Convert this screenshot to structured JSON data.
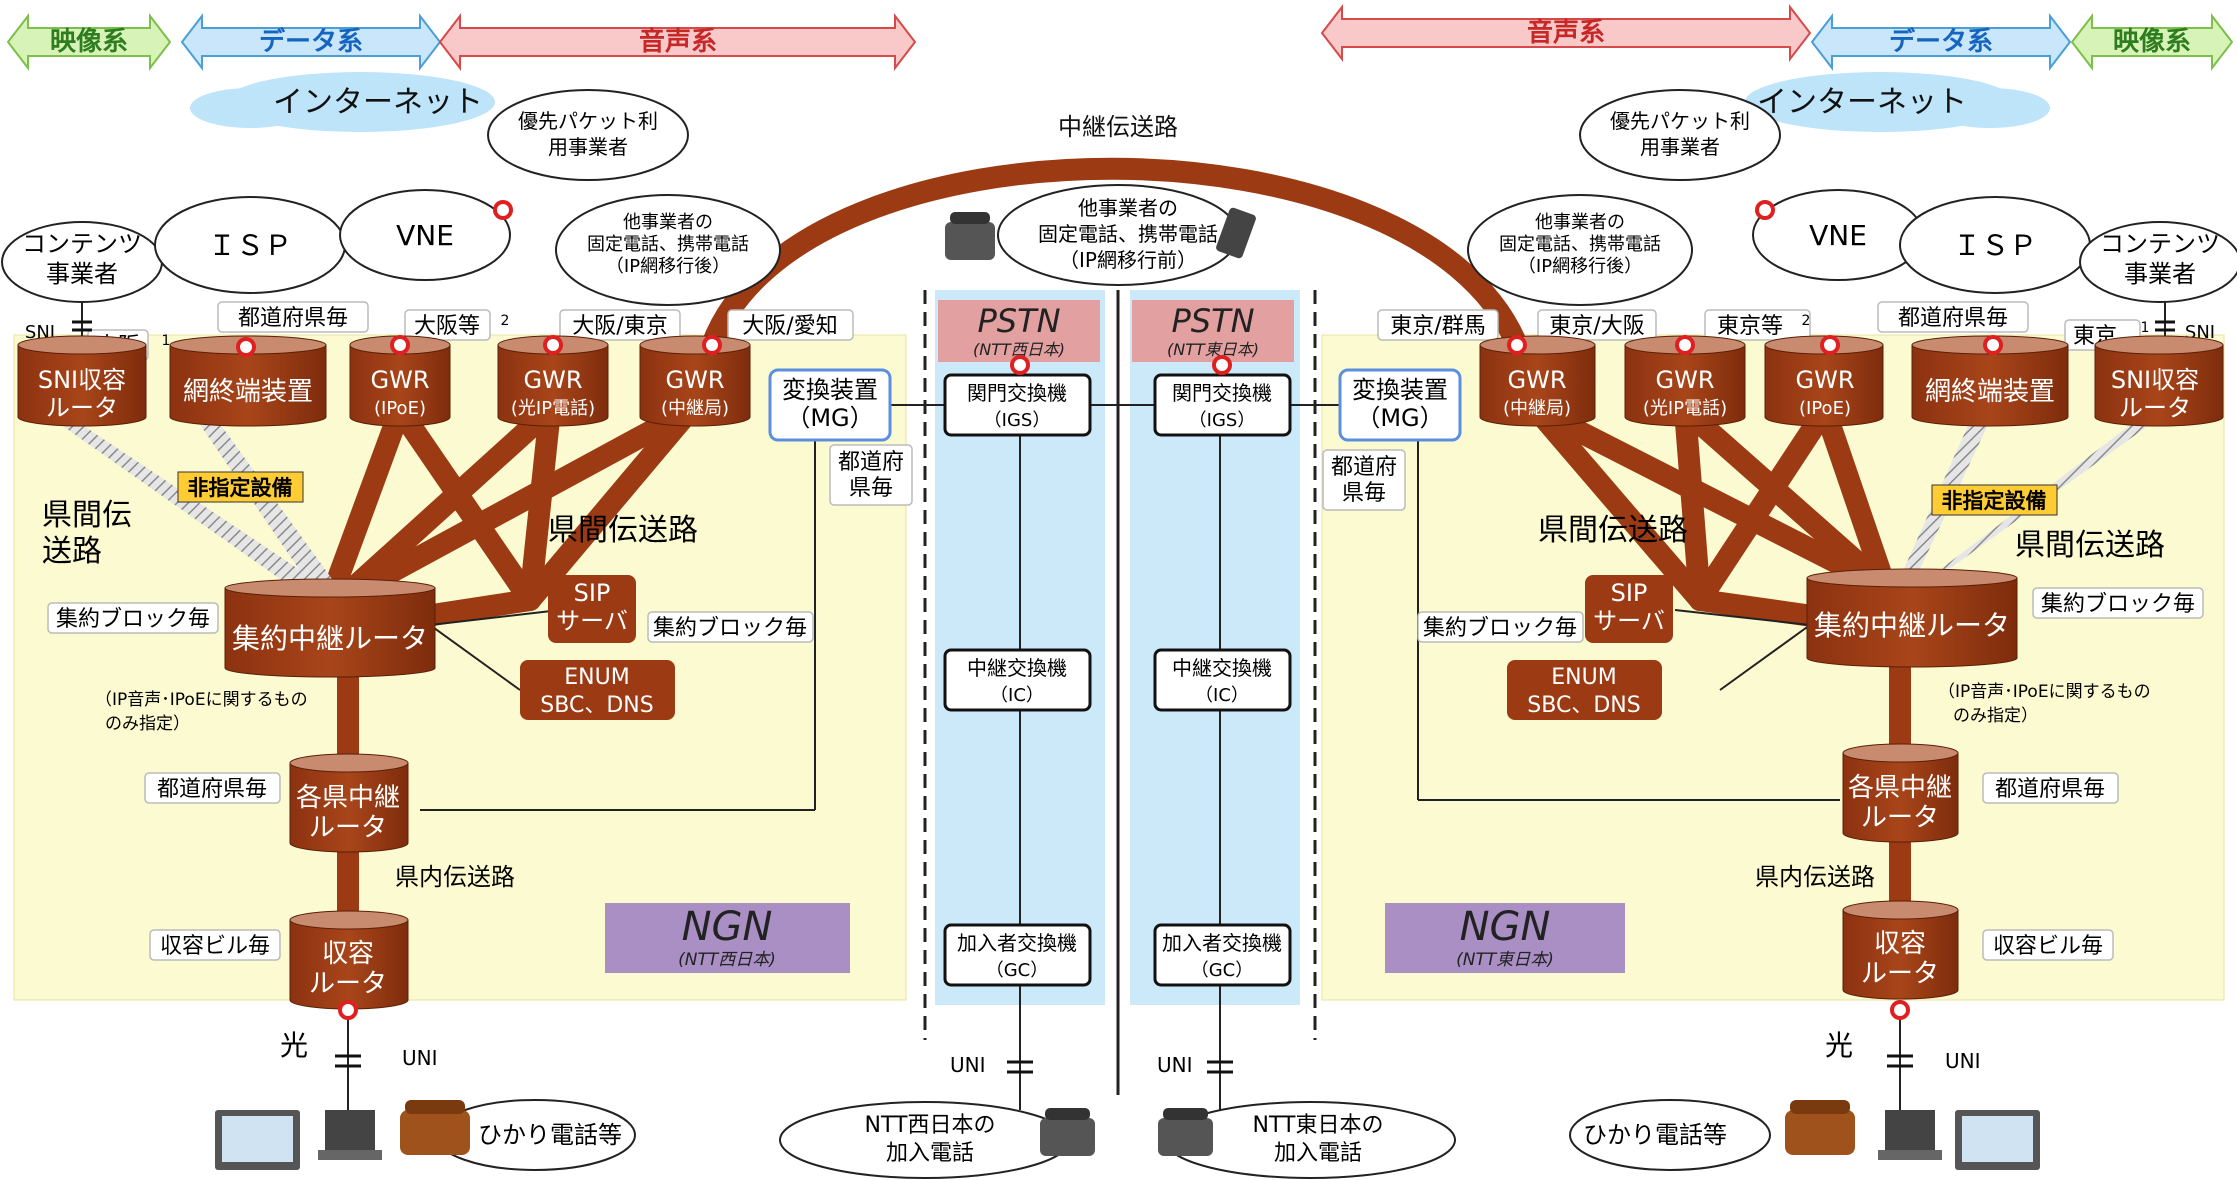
{
  "colors": {
    "pipe": "#9b3a13",
    "cyl_top": "#c88b70",
    "ngn_bg": "#fcfad0",
    "pstn_bg": "#cce9fa",
    "pstn_label_bg": "#e3a0a0",
    "ngn_label_bg": "#a98fc4",
    "red_ring": "#e02020",
    "highlight": "#ffcc33",
    "hatch": "#c0c0c0"
  },
  "header": {
    "left": {
      "video": "映像系",
      "data": "データ系",
      "voice": "音声系"
    },
    "right": {
      "voice": "音声系",
      "data": "データ系",
      "video": "映像系"
    }
  },
  "internet": {
    "left": "インターネット",
    "right": "インターネット"
  },
  "trunk_label": "中継伝送路",
  "clouds": {
    "left": {
      "contents": [
        "コンテンツ",
        "事業者"
      ],
      "isp": "ＩＳＰ",
      "vne": "VNE",
      "priority": [
        "優先パケット利",
        "用事業者"
      ],
      "other": [
        "他事業者の",
        "固定電話、携帯電話",
        "（IP網移行後）"
      ]
    },
    "right": {
      "priority": [
        "優先パケット利",
        "用事業者"
      ],
      "other": [
        "他事業者の",
        "固定電話、携帯電話",
        "（IP網移行後）"
      ],
      "vne": "VNE",
      "isp": "ＩＳＰ",
      "contents": [
        "コンテンツ",
        "事業者"
      ]
    },
    "center": [
      "他事業者の",
      "固定電話、携帯電話",
      "（IP網移行前）"
    ]
  },
  "left_ngn": {
    "tags": {
      "sni_loc": "大阪",
      "sni_sup": "1",
      "prefecture": "都道府県毎",
      "osaka_etc": "大阪等",
      "osaka_etc_sup": "2",
      "osaka_tokyo": "大阪/東京",
      "osaka_aichi": "大阪/愛知",
      "sni": "SNI",
      "mg_pref": [
        "都道府",
        "県毎"
      ],
      "block1": "集約ブロック毎",
      "block2": "集約ブロック毎",
      "pref2": "都道府県毎",
      "bldg": "収容ビル毎"
    },
    "nodes": {
      "sni_router": [
        "SNI収容",
        "ルータ"
      ],
      "net_term": "網終端装置",
      "gwr_ipoe": [
        "GWR",
        "(IPoE)"
      ],
      "gwr_hikari": [
        "GWR",
        "(光IP電話)"
      ],
      "gwr_relay": [
        "GWR",
        "(中継局)"
      ],
      "agg_router": "集約中継ルータ",
      "pref_router": [
        "各県中継",
        "ルータ"
      ],
      "acc_router": [
        "収容",
        "ルータ"
      ],
      "sip": [
        "SIP",
        "サーバ"
      ],
      "enum": [
        "ENUM",
        "SBC、DNS"
      ],
      "mg": [
        "変換装置",
        "（MG）"
      ]
    },
    "labels": {
      "interpref_a": [
        "県間伝",
        "送路"
      ],
      "interpref_b": "県間伝送路",
      "non_designated": "非指定設備",
      "note": [
        "（IP音声･IPoEに関するもの",
        "のみ指定）"
      ],
      "intrapref": "県内伝送路",
      "hikari": "光",
      "uni": "UNI",
      "phone_cloud": "ひかり電話等"
    },
    "ngn_title": "NGN",
    "ngn_sub": "(NTT西日本)"
  },
  "right_ngn": {
    "tags": {
      "tokyo_gunma": "東京/群馬",
      "tokyo_osaka": "東京/大阪",
      "tokyo_etc": "東京等",
      "tokyo_etc_sup": "2",
      "prefecture": "都道府県毎",
      "sni_loc": "東京",
      "sni_sup": "1",
      "sni": "SNI",
      "mg_pref": [
        "都道府",
        "県毎"
      ],
      "block1": "集約ブロック毎",
      "block2": "集約ブロック毎",
      "pref2": "都道府県毎",
      "bldg": "収容ビル毎"
    },
    "nodes": {
      "gwr_relay": [
        "GWR",
        "(中継局)"
      ],
      "gwr_hikari": [
        "GWR",
        "(光IP電話)"
      ],
      "gwr_ipoe": [
        "GWR",
        "(IPoE)"
      ],
      "net_term": "網終端装置",
      "sni_router": [
        "SNI収容",
        "ルータ"
      ],
      "agg_router": "集約中継ルータ",
      "pref_router": [
        "各県中継",
        "ルータ"
      ],
      "acc_router": [
        "収容",
        "ルータ"
      ],
      "sip": [
        "SIP",
        "サーバ"
      ],
      "enum": [
        "ENUM",
        "SBC、DNS"
      ],
      "mg": [
        "変換装置",
        "（MG）"
      ]
    },
    "labels": {
      "interpref": "県間伝送路",
      "interpref_b": "県間伝送路",
      "non_designated": "非指定設備",
      "note": [
        "（IP音声･IPoEに関するもの",
        "のみ指定）"
      ],
      "intrapref": "県内伝送路",
      "hikari": "光",
      "uni": "UNI",
      "phone_cloud": "ひかり電話等"
    },
    "ngn_title": "NGN",
    "ngn_sub": "(NTT東日本)"
  },
  "pstn_west": {
    "title": "PSTN",
    "sub": "(NTT西日本)",
    "igs": [
      "関門交換機",
      "（IGS）"
    ],
    "ic": [
      "中継交換機",
      "（IC）"
    ],
    "gc": [
      "加入者交換機",
      "（GC）"
    ],
    "uni": "UNI",
    "subscriber": [
      "NTT西日本の",
      "加入電話"
    ]
  },
  "pstn_east": {
    "title": "PSTN",
    "sub": "(NTT東日本)",
    "igs": [
      "関門交換機",
      "（IGS）"
    ],
    "ic": [
      "中継交換機",
      "（IC）"
    ],
    "gc": [
      "加入者交換機",
      "（GC）"
    ],
    "uni": "UNI",
    "subscriber": [
      "NTT東日本の",
      "加入電話"
    ]
  }
}
